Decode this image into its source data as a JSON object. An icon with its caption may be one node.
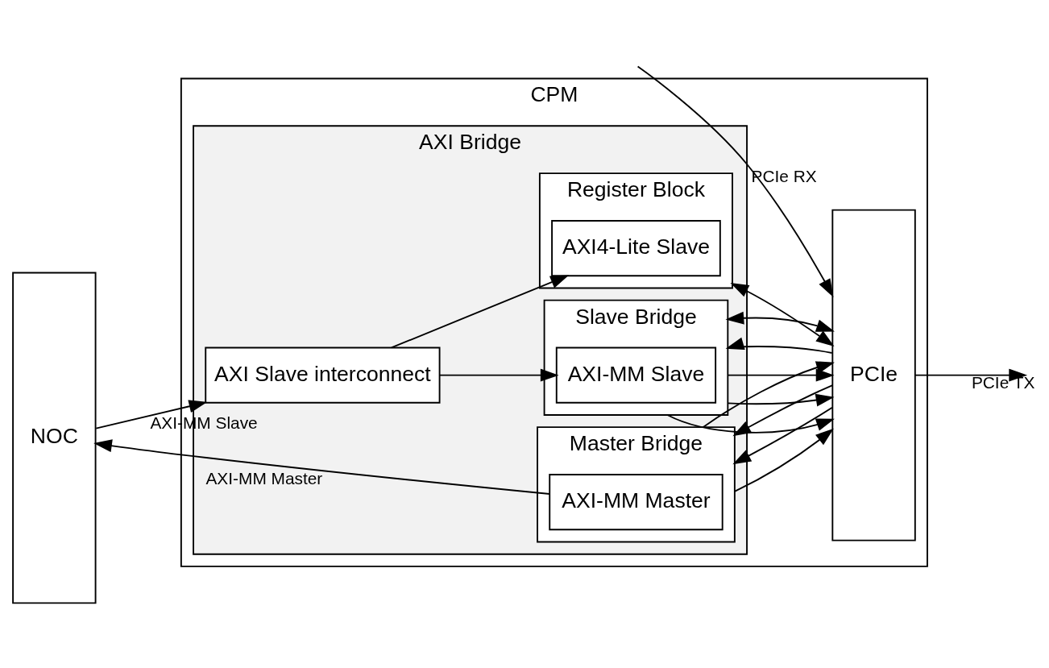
{
  "diagram": {
    "nodes": [
      {
        "text": [
          "CPM"
        ]
      },
      {
        "text": [
          "NOC"
        ]
      },
      {
        "text": [
          "AXI Bridge"
        ],
        "in": 0
      },
      {
        "text": [
          "PCIe"
        ],
        "in": 0
      },
      {
        "text": [
          "AXI Slave interconnect"
        ],
        "in": 2
      },
      {
        "text": [
          "Register Block"
        ],
        "in": 2
      },
      {
        "text": [
          "AXI4-Lite Slave"
        ],
        "in": 5
      },
      {
        "text": [
          "Slave Bridge"
        ],
        "in": 2
      },
      {
        "text": [
          "AXI-MM Slave"
        ],
        "in": 7
      },
      {
        "text": [
          "Master Bridge"
        ],
        "in": 2
      },
      {
        "text": [
          "AXI-MM Master"
        ],
        "in": 9
      }
    ],
    "edges": [
      {
        "from": 1,
        "to": 4,
        "arrow": "to",
        "label": "AXI-MM Slave"
      },
      {
        "from": 4,
        "to": 6,
        "arrow": "to"
      },
      {
        "from": 4,
        "to": 8,
        "arrow": "to"
      },
      {
        "from": 5,
        "to": 3,
        "arrow": "both"
      },
      {
        "from": 7,
        "to": 3,
        "arrow": "to"
      },
      {
        "from": 7,
        "to": 3,
        "arrow": "to"
      },
      {
        "from": 7,
        "to": 3,
        "arrow": "to"
      },
      {
        "from": 3,
        "to": 7,
        "arrow": "to"
      },
      {
        "from": 7,
        "to": 3,
        "arrow": "both"
      },
      {
        "from": 9,
        "to": 3,
        "arrow": "to"
      },
      {
        "from": 3,
        "to": 9,
        "arrow": "to"
      },
      {
        "from": 3,
        "to": 9,
        "arrow": "to"
      },
      {
        "from": 9,
        "to": 3,
        "arrow": "to"
      },
      {
        "from": 10,
        "to": 1,
        "arrow": "to",
        "label": "AXI-MM Master"
      },
      {
        "from": null,
        "to": 3,
        "arrow": "to",
        "label": "PCIe RX"
      },
      {
        "from": 3,
        "to": null,
        "arrow": "to",
        "label": "PCIe TX"
      }
    ]
  }
}
